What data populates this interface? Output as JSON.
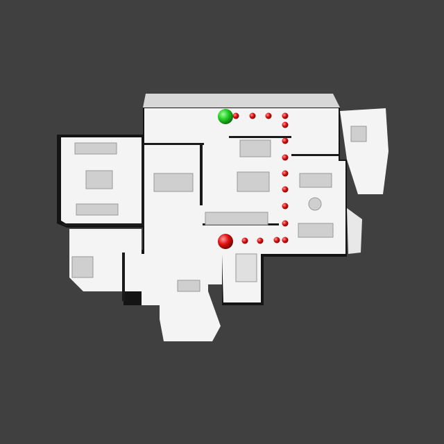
{
  "scene": {
    "background_color": "#404040",
    "floor_color": "#ffffff",
    "wall_shadow_color": "#111111",
    "furniture_color": "#cfcfcf"
  },
  "path": {
    "start_marker": {
      "role": "start",
      "color": "#22cc22"
    },
    "goal_marker": {
      "role": "goal",
      "color": "#dd1111"
    },
    "waypoint_color": "#e01010",
    "waypoint_count": 15
  }
}
